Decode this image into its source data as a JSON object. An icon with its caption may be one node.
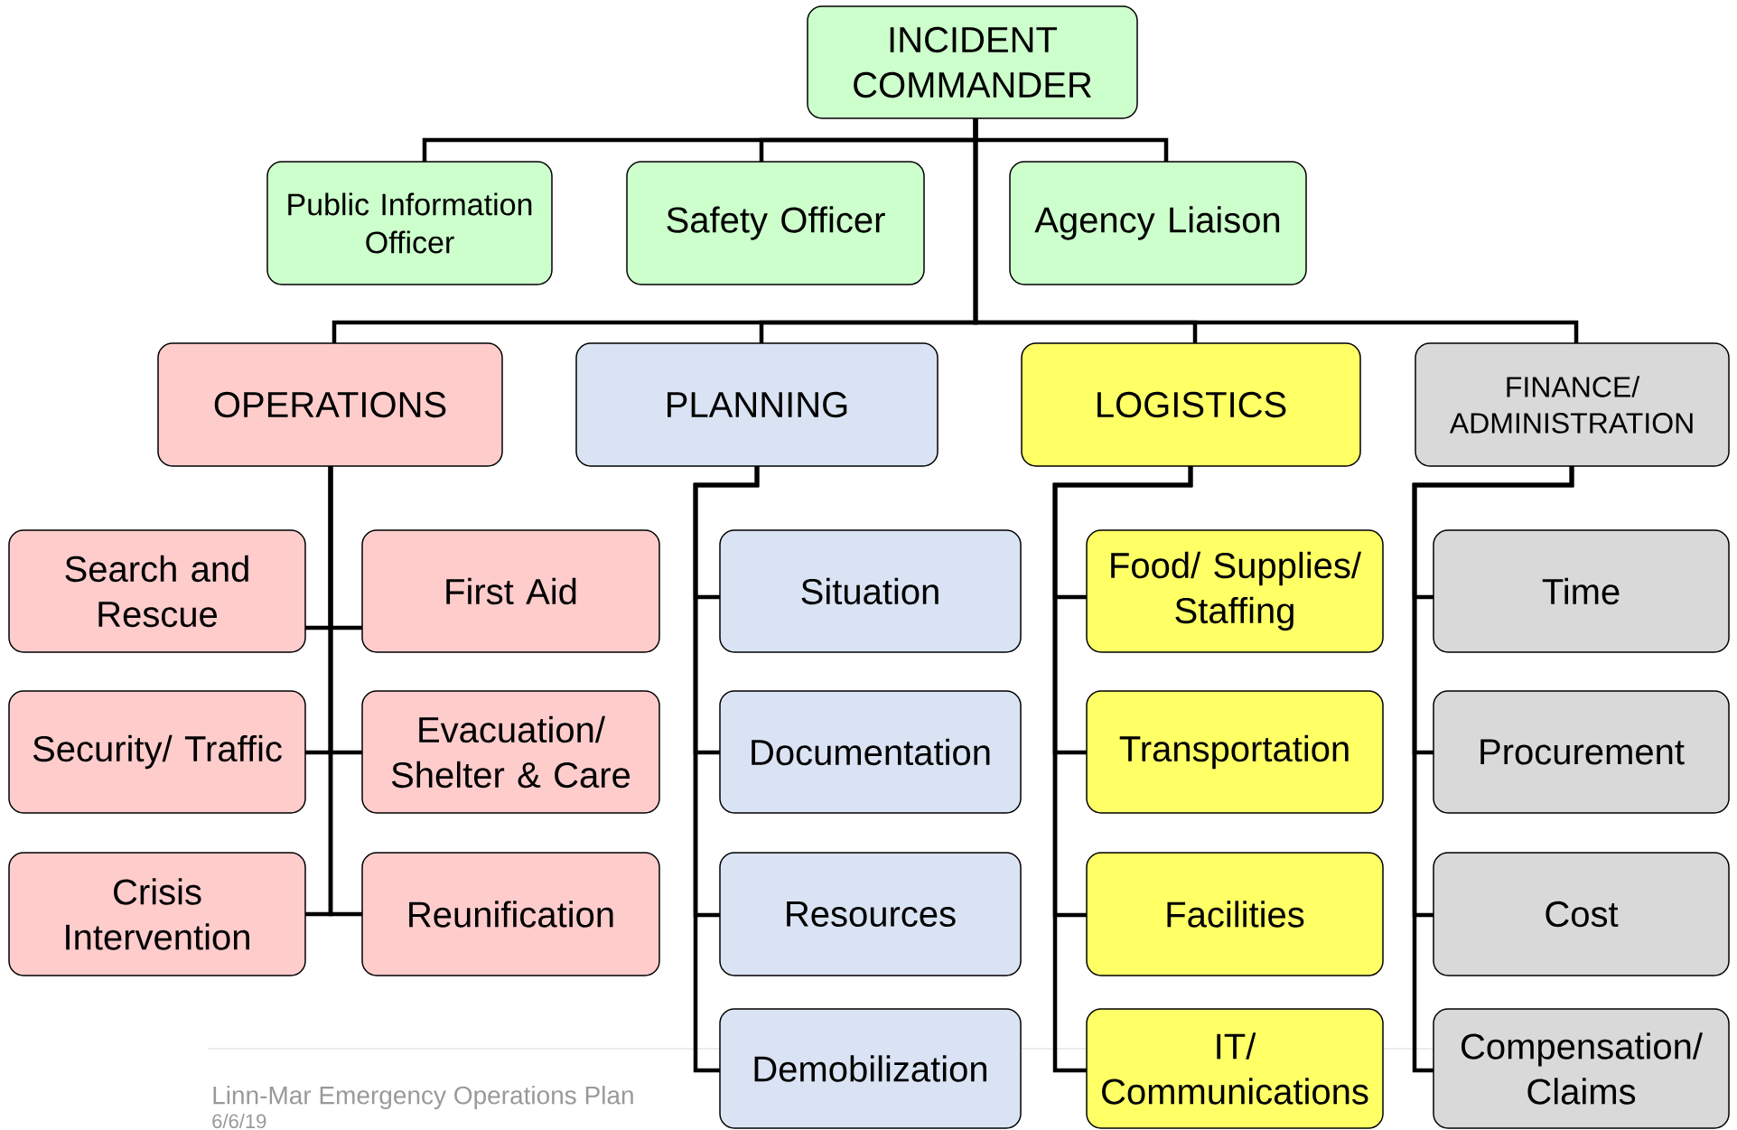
{
  "diagram": {
    "nodes": [
      {
        "text": [
          "INCIDENT COMMANDER"
        ]
      },
      {
        "text": [
          "Public Information Officer"
        ]
      },
      {
        "text": [
          "Safety Officer"
        ]
      },
      {
        "text": [
          "Agency Liaison"
        ]
      },
      {
        "text": [
          "OPERATIONS"
        ]
      },
      {
        "text": [
          "PLANNING"
        ]
      },
      {
        "text": [
          "LOGISTICS"
        ]
      },
      {
        "text": [
          "FINANCE/ ADMINISTRATION"
        ]
      },
      {
        "text": [
          "Search and Rescue"
        ]
      },
      {
        "text": [
          "First Aid"
        ]
      },
      {
        "text": [
          "Security/ Traffic"
        ]
      },
      {
        "text": [
          "Evacuation/ Shelter & Care"
        ]
      },
      {
        "text": [
          "Crisis Intervention"
        ]
      },
      {
        "text": [
          "Reunification"
        ]
      },
      {
        "text": [
          "Situation"
        ]
      },
      {
        "text": [
          "Documentation"
        ]
      },
      {
        "text": [
          "Resources"
        ]
      },
      {
        "text": [
          "Demobilization"
        ]
      },
      {
        "text": [
          "Food/ Supplies/ Staffing"
        ]
      },
      {
        "text": [
          "Transportation"
        ]
      },
      {
        "text": [
          "Facilities"
        ]
      },
      {
        "text": [
          "IT/ Communications"
        ]
      },
      {
        "text": [
          "Time"
        ]
      },
      {
        "text": [
          "Procurement"
        ]
      },
      {
        "text": [
          "Cost"
        ]
      },
      {
        "text": [
          "Compensation/ Claims"
        ]
      }
    ],
    "edges": [
      {
        "from": 0,
        "to": 1,
        "arrow": "none"
      },
      {
        "from": 0,
        "to": 2,
        "arrow": "none"
      },
      {
        "from": 0,
        "to": 3,
        "arrow": "none"
      },
      {
        "from": 0,
        "to": 4,
        "arrow": "none"
      },
      {
        "from": 0,
        "to": 5,
        "arrow": "none"
      },
      {
        "from": 0,
        "to": 6,
        "arrow": "none"
      },
      {
        "from": 0,
        "to": 7,
        "arrow": "none"
      },
      {
        "from": 4,
        "to": 8,
        "arrow": "none"
      },
      {
        "from": 4,
        "to": 9,
        "arrow": "none"
      },
      {
        "from": 4,
        "to": 10,
        "arrow": "none"
      },
      {
        "from": 4,
        "to": 11,
        "arrow": "none"
      },
      {
        "from": 4,
        "to": 12,
        "arrow": "none"
      },
      {
        "from": 4,
        "to": 13,
        "arrow": "none"
      },
      {
        "from": 5,
        "to": 14,
        "arrow": "none"
      },
      {
        "from": 5,
        "to": 15,
        "arrow": "none"
      },
      {
        "from": 5,
        "to": 16,
        "arrow": "none"
      },
      {
        "from": 5,
        "to": 17,
        "arrow": "none"
      },
      {
        "from": 6,
        "to": 18,
        "arrow": "none"
      },
      {
        "from": 6,
        "to": 19,
        "arrow": "none"
      },
      {
        "from": 6,
        "to": 20,
        "arrow": "none"
      },
      {
        "from": 6,
        "to": 21,
        "arrow": "none"
      },
      {
        "from": 7,
        "to": 22,
        "arrow": "none"
      },
      {
        "from": 7,
        "to": 23,
        "arrow": "none"
      },
      {
        "from": 7,
        "to": 24,
        "arrow": "none"
      },
      {
        "from": 7,
        "to": 25,
        "arrow": "none"
      }
    ],
    "labels": [
      "Linn-Mar Emergency Operations Plan",
      "6/6/19"
    ]
  }
}
